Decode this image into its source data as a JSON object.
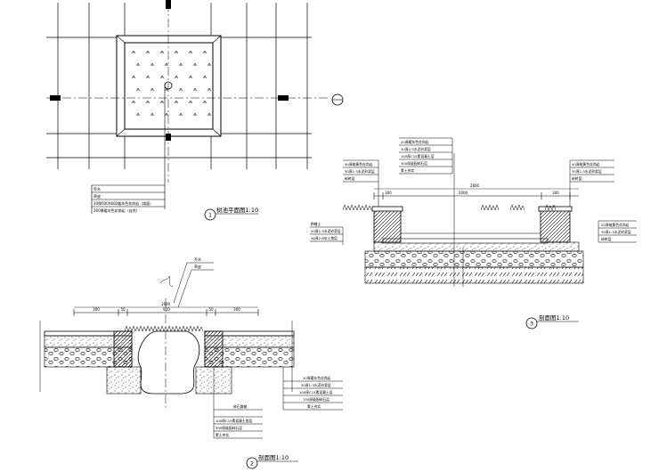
{
  "plan": {
    "title": "树池平面图1:10",
    "number": "1",
    "callouts": [
      "乔木",
      "草皮",
      "30厚600X600暖灰色花岗岩（烧面）",
      "300厚暖灰色花岗岩（自然）"
    ]
  },
  "section2": {
    "title": "剖面图1:10",
    "number": "2",
    "top_callouts": [
      "乔木",
      "草皮"
    ],
    "dim_total": "1600",
    "dims": [
      "300",
      "50",
      "950",
      "50",
      "300"
    ],
    "left_callouts": [
      "碎石路基",
      "100厚C15素混凝土垫层",
      "300厚级配碎石层",
      "素土夯实"
    ],
    "right_callouts": [
      "20厚暖灰色花岗岩",
      "30厚1:3水泥砂浆层",
      "100厚C15素混凝土层",
      "150厚级配碎石层",
      "素土夯实"
    ]
  },
  "section3": {
    "title": "剖面图1:10",
    "number": "3",
    "top_callouts": [
      "20厚暖灰色花岗岩",
      "30厚1:3水泥砂浆层",
      "100厚C15素混凝土层",
      "300厚级配碎石层",
      "素土夯实"
    ],
    "left_callouts": [
      "40厚暗黄色花岗岩",
      "30厚1:3水泥砂浆层",
      "碎砖层"
    ],
    "right_callouts": [
      "40厚暗黄色花岗岩",
      "30厚1:3水泥砂浆层",
      "碎砖层"
    ],
    "side_left": [
      "种植土",
      "20厚1:3水泥砂浆层",
      "30厚2:8灰土垫层"
    ],
    "side_right": [
      "20厚暗黄色花岗岩",
      "30厚1:3水泥砂浆层",
      "碎砖层"
    ],
    "dim_total": "2600",
    "dims": [
      "300",
      "2000",
      "300"
    ]
  }
}
